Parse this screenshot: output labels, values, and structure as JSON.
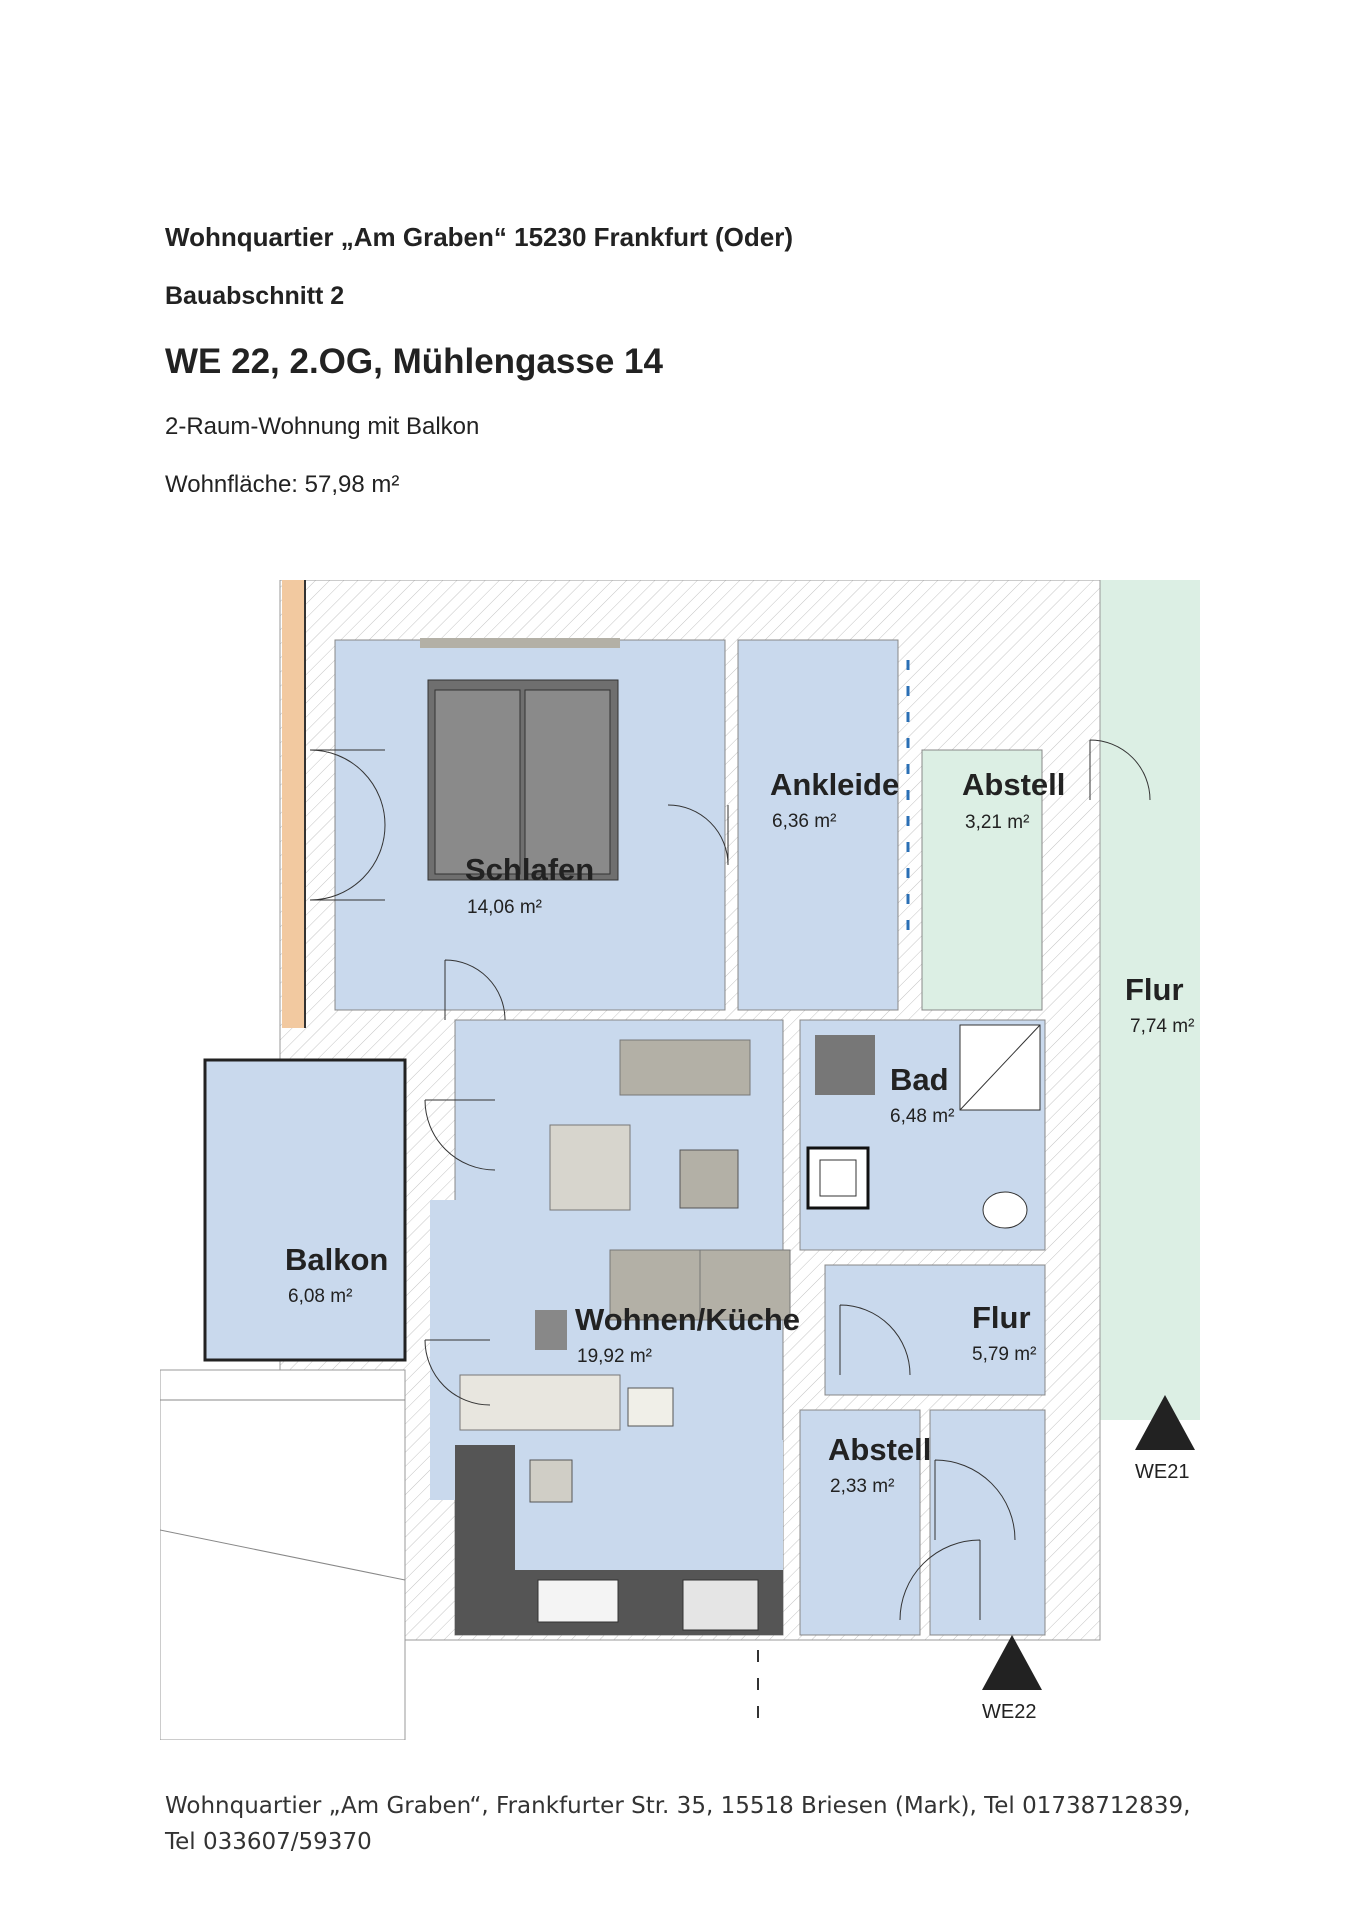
{
  "header": {
    "project": "Wohnquartier „Am Graben“ 15230 Frankfurt (Oder)",
    "section": "Bauabschnitt 2",
    "unit": "WE 22, 2.OG, Mühlengasse 14",
    "type": "2-Raum-Wohnung mit Balkon",
    "living_area": "Wohnfläche: 57,98 m²"
  },
  "rooms": {
    "schlafen": {
      "name": "Schlafen",
      "area": "14,06 m²"
    },
    "ankleide": {
      "name": "Ankleide",
      "area": "6,36 m²"
    },
    "abstell_top": {
      "name": "Abstell",
      "area": "3,21 m²"
    },
    "flur_right": {
      "name": "Flur",
      "area": "7,74 m²"
    },
    "bad": {
      "name": "Bad",
      "area": "6,48 m²"
    },
    "balkon": {
      "name": "Balkon",
      "area": "6,08 m²"
    },
    "wohnen": {
      "name": "Wohnen/Küche",
      "area": "19,92 m²"
    },
    "flur_center": {
      "name": "Flur",
      "area": "5,79 m²"
    },
    "abstell_bottom": {
      "name": "Abstell",
      "area": "2,33 m²"
    }
  },
  "entrances": {
    "we21": "WE21",
    "we22": "WE22"
  },
  "colors": {
    "room_fill": "#c9d9ed",
    "wall": "#ffffff",
    "wall_hatch": "#b8b8b8",
    "neighbor_fill": "#dcefe4",
    "outer_wall_accent": "#f2c9a0",
    "furniture": "#b3b0a6",
    "furniture_dark": "#6e6e6e"
  },
  "footer": {
    "line1": "Wohnquartier „Am Graben“, Frankfurter Str. 35, 15518 Briesen (Mark), Tel 01738712839,",
    "line2": "Tel 033607/59370"
  }
}
